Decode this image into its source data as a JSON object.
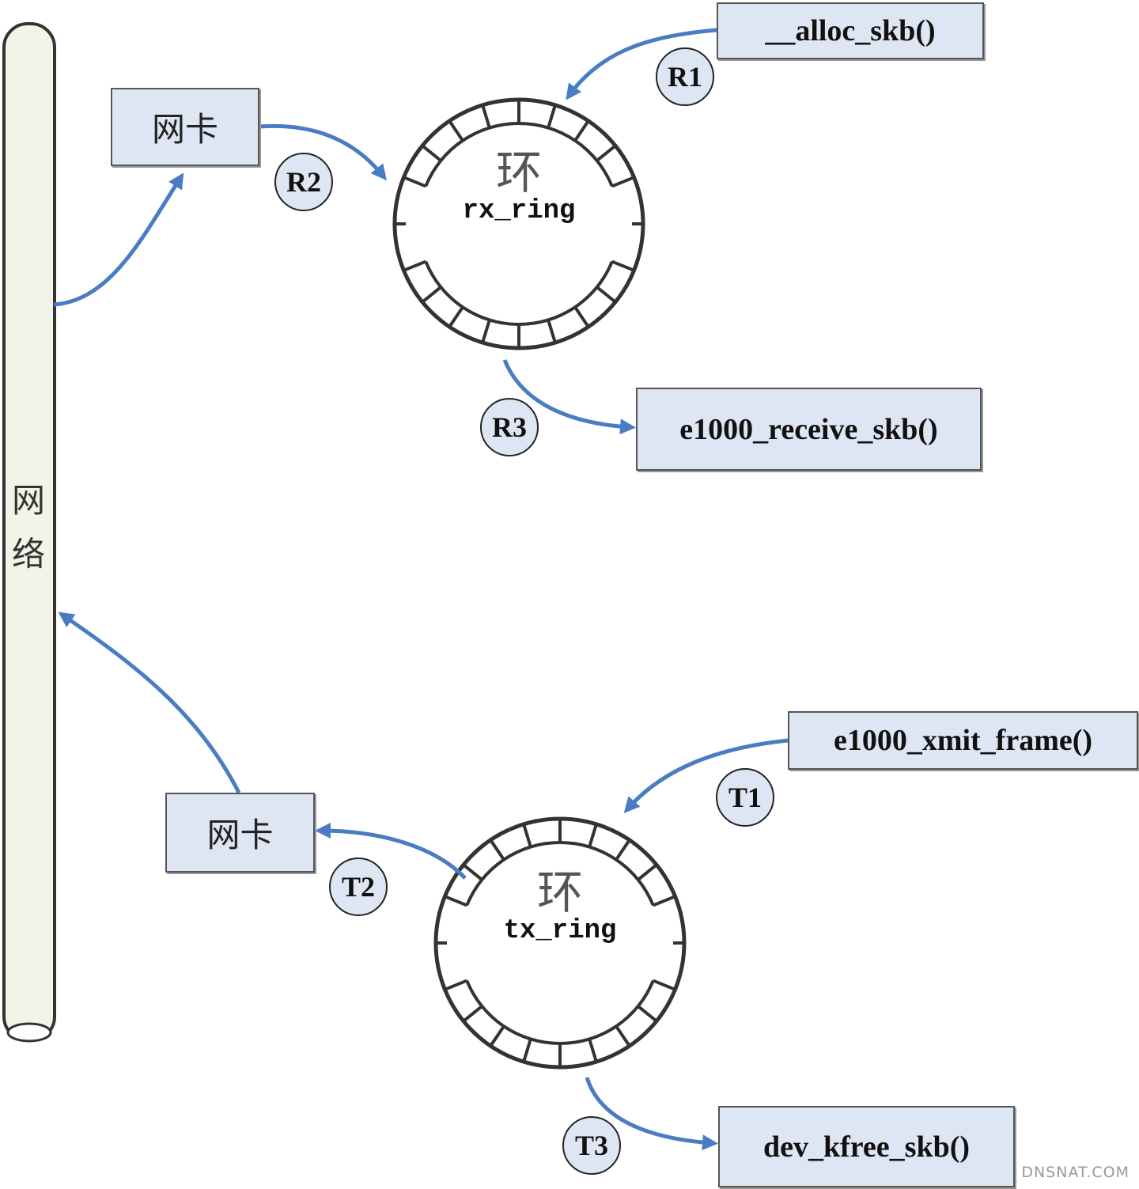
{
  "network_label": [
    "网",
    "络"
  ],
  "rx": {
    "nic_label": "网卡",
    "ring_cn": "环",
    "ring_name": "rx_ring",
    "alloc_fn": "__alloc_skb()",
    "receive_fn": "e1000_receive_skb()",
    "steps": [
      "R1",
      "R2",
      "R3"
    ]
  },
  "tx": {
    "nic_label": "网卡",
    "ring_cn": "环",
    "ring_name": "tx_ring",
    "xmit_fn": "e1000_xmit_frame()",
    "free_fn": "dev_kfree_skb()",
    "steps": [
      "T1",
      "T2",
      "T3"
    ]
  },
  "watermark": "DNSNAT.COM",
  "colors": {
    "arrow": "#4a7cc4",
    "box_fill": "#dfe6f3",
    "border": "#555555"
  }
}
